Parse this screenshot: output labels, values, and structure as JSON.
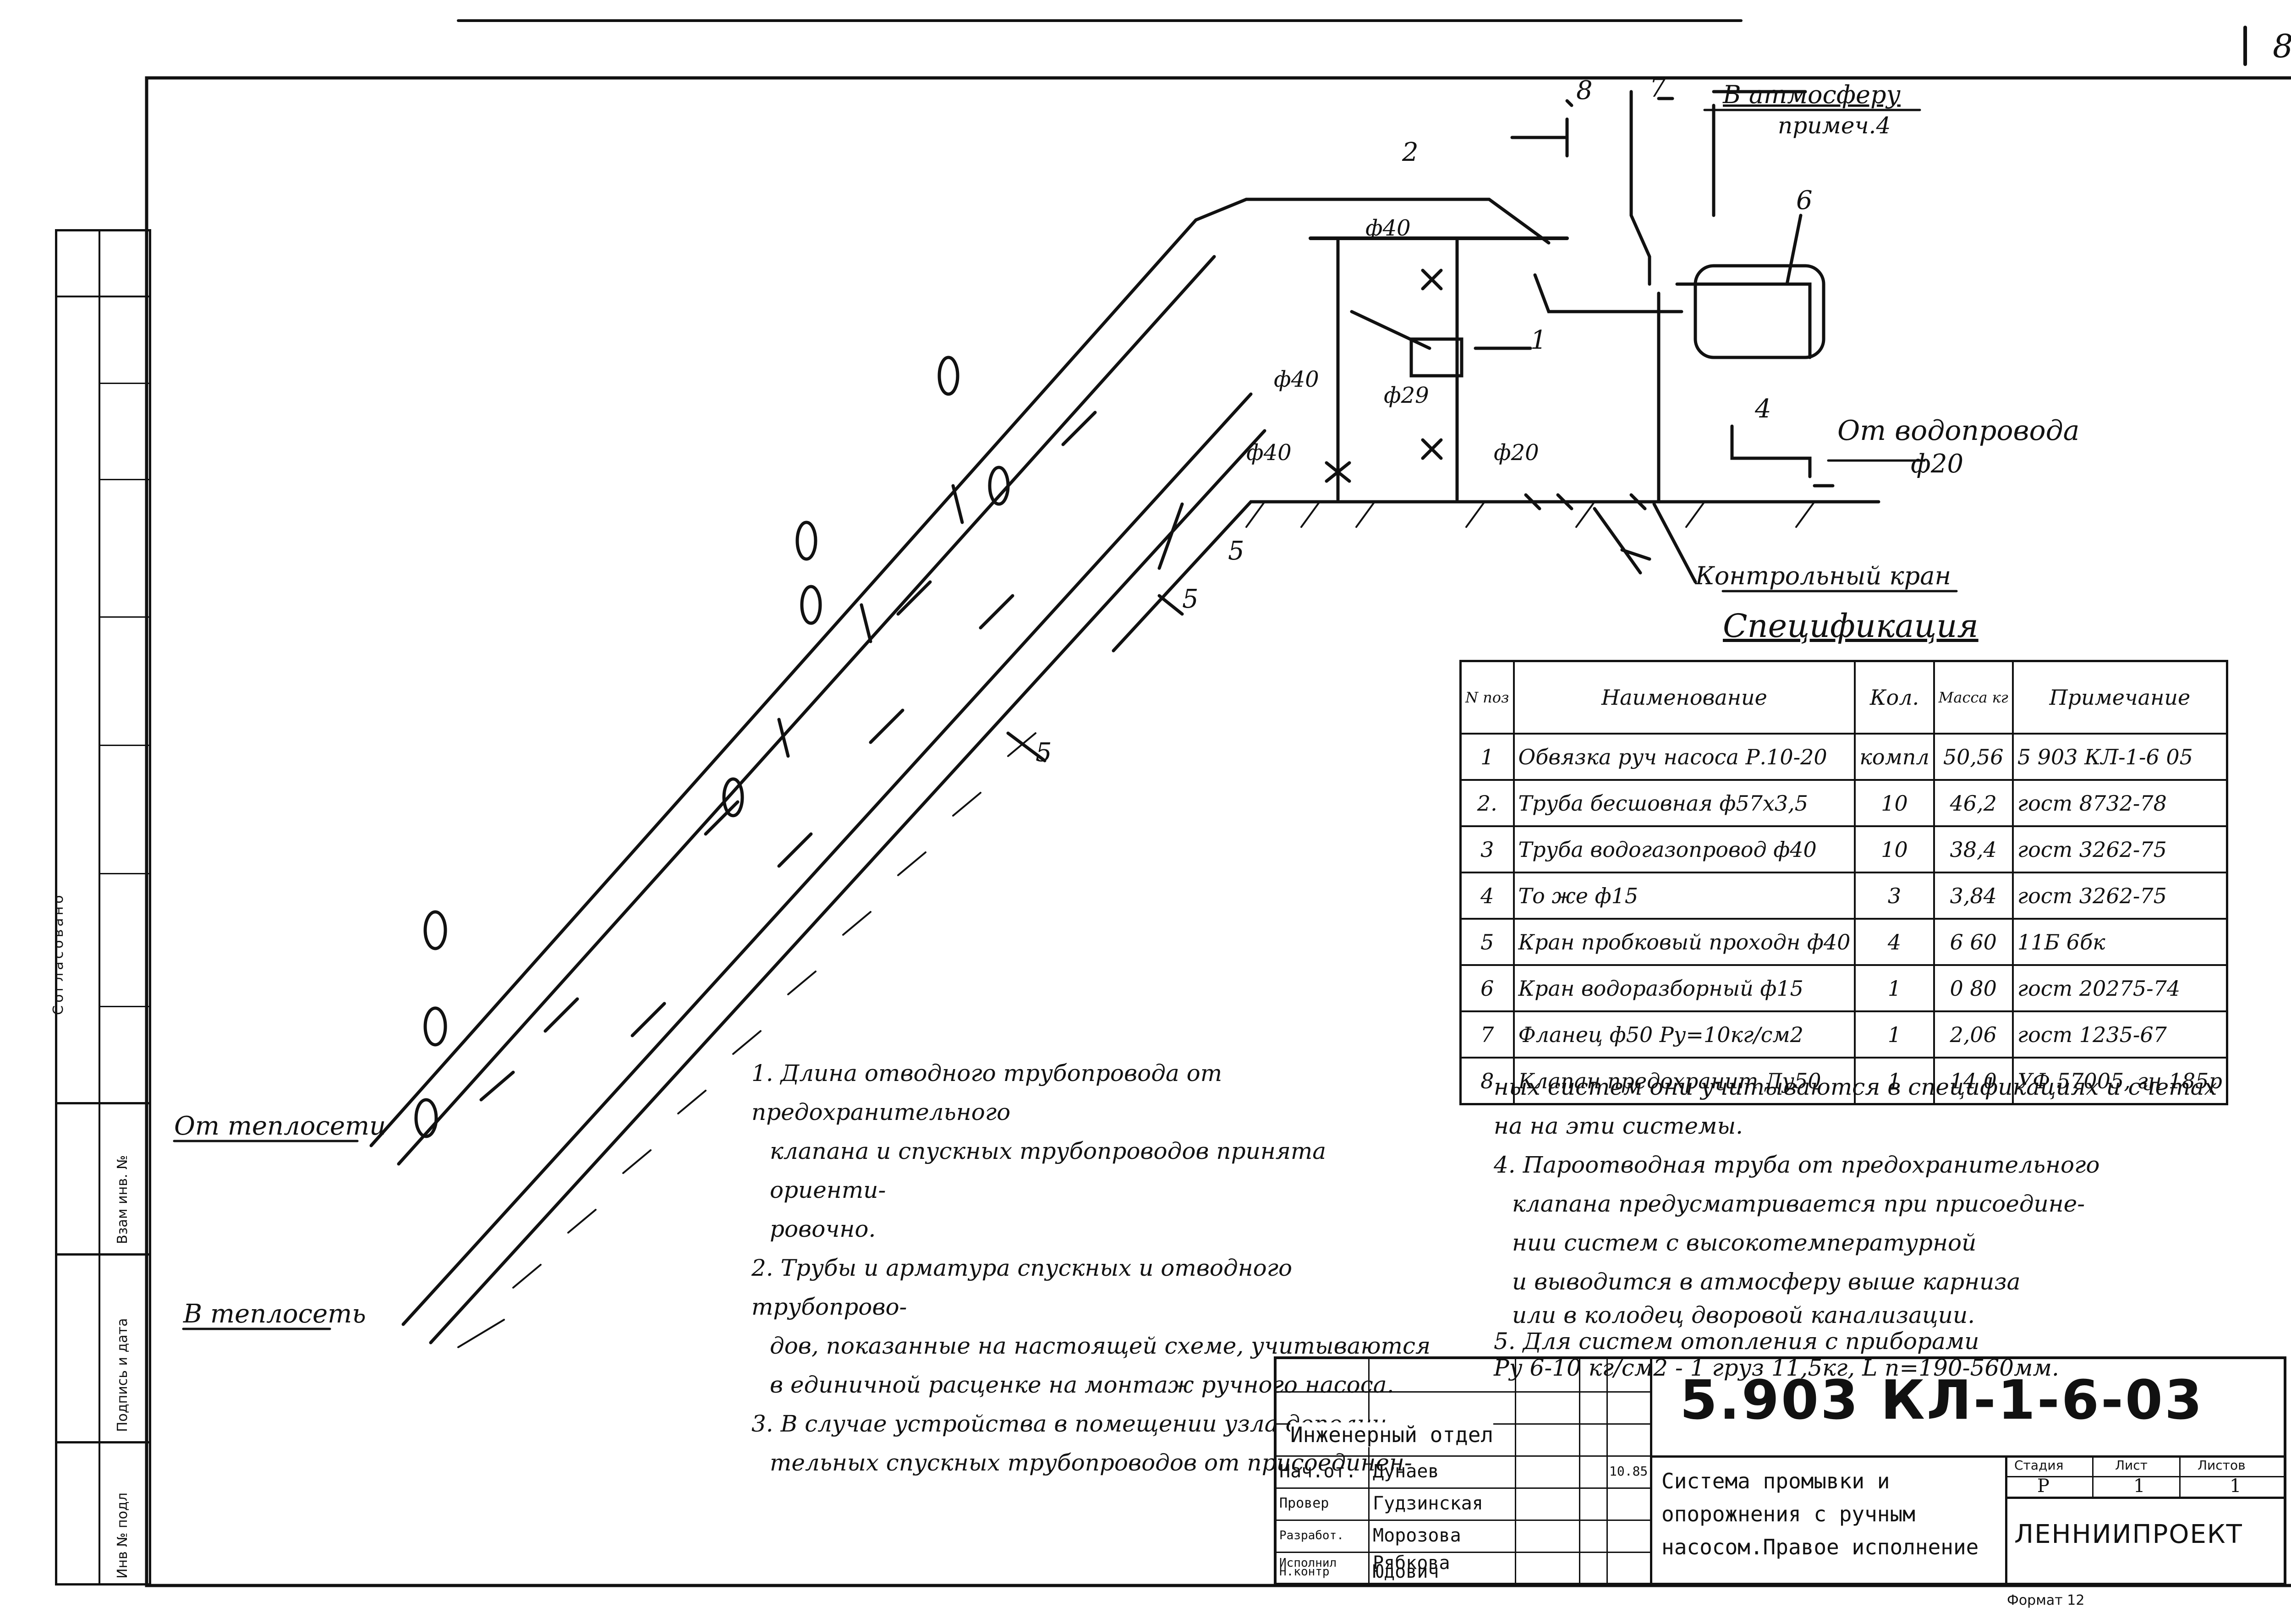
{
  "sheet": {
    "number_corner": "8"
  },
  "callouts": {
    "atmosphere_line1": "В атмосферу",
    "atmosphere_line2": "примеч.4",
    "pos_1": "1",
    "pos_2": "2",
    "pos_4": "4",
    "pos_5a": "5",
    "pos_5b": "5",
    "pos_5c": "5",
    "pos_6": "6",
    "pos_7": "7",
    "pos_8": "8",
    "d40_top": "ф40",
    "d40_left": "ф40",
    "d40_low": "ф40",
    "d29": "ф29",
    "d20": "ф20",
    "from_water_line1": "От водопровода",
    "from_water_line2": "ф20",
    "control_valve": "Контрольный кран",
    "from_heat_network": "От теплосети",
    "to_heat_network": "В теплосеть"
  },
  "specification": {
    "title": "Спецификация",
    "headers": {
      "num": "N поз",
      "name": "Наименование",
      "qty": "Кол.",
      "mass": "Масса кг",
      "note": "Примечание"
    },
    "rows": [
      {
        "num": "1",
        "name": "Обвязка руч насоса Р.10-20",
        "qty": "компл",
        "mass": "50,56",
        "note": "5 903 КЛ-1-6 05"
      },
      {
        "num": "2.",
        "name": "Труба бесшовная ф57х3,5",
        "qty": "10",
        "mass": "46,2",
        "note": "гост 8732-78"
      },
      {
        "num": "3",
        "name": "Труба водогазопровод ф40",
        "qty": "10",
        "mass": "38,4",
        "note": "гост 3262-75"
      },
      {
        "num": "4",
        "name": "То же ф15",
        "qty": "3",
        "mass": "3,84",
        "note": "гост 3262-75"
      },
      {
        "num": "5",
        "name": "Кран пробковый проходн ф40",
        "qty": "4",
        "mass": "6 60",
        "note": "11Б 6бк"
      },
      {
        "num": "6",
        "name": "Кран водоразборный ф15",
        "qty": "1",
        "mass": "0 80",
        "note": "гост 20275-74"
      },
      {
        "num": "7",
        "name": "Фланец ф50 Ру=10кг/см2",
        "qty": "1",
        "mass": "2,06",
        "note": "гост 1235-67"
      },
      {
        "num": "8",
        "name": "Клапан предохранит Ду50",
        "qty": "1",
        "mass": "14 0",
        "note": "УФ 57005, гн 185р"
      }
    ]
  },
  "notes": {
    "n1_l1": "1. Длина отводного трубопровода от предохранительного",
    "n1_l2": "клапана и спускных трубопроводов принята ориенти-",
    "n1_l3": "ровочно.",
    "n2_l1": "2. Трубы и арматура спускных и отводного трубопрово-",
    "n2_l2": "дов, показанные на настоящей схеме, учитываются",
    "n2_l3": "в единичной расценке на монтаж ручного насоса.",
    "n3_l1": "3. В случае устройства в помещении узла дополни-",
    "n3_l2": "тельных спускных трубопроводов от присоединен-",
    "n3_c1": "ных систем они учитываются в спецификациях и счетах",
    "n3_c2": "на на эти системы.",
    "n4_l1": "4. Пароотводная труба от предохранительного",
    "n4_l2": "клапана предусматривается при присоедине-",
    "n4_l3": "нии систем с высокотемпературной",
    "n4_l4": "и выводится в атмосферу выше карниза",
    "n4_l5": "или в колодец дворовой канализации.",
    "n5_l1": "5. Для систем отопления с приборами",
    "n5_l2": "Ру 6-10 кг/см2 - 1 груз 11,5кг, L п=190-560мм."
  },
  "title_block": {
    "doc_code": "5.903 КЛ-1-6-03",
    "department": "Инженерный отдел",
    "roles": [
      {
        "role": "Нач.от.",
        "name": "Дунаев",
        "date": "10.85"
      },
      {
        "role": "Провер",
        "name": "Гудзинская",
        "date": ""
      },
      {
        "role": "Разработ.",
        "name": "Морозова",
        "date": ""
      },
      {
        "role": "Исполнил",
        "name": "Рябкова",
        "date": ""
      },
      {
        "role": "Н.контр",
        "name": "Юдович",
        "date": ""
      }
    ],
    "title_l1": "Система промывки и",
    "title_l2": "опорожнения с ручным",
    "title_l3": "насосом.Правое исполнение",
    "stage_header": "Стадия",
    "sheet_header": "Лист",
    "sheets_header": "Листов",
    "stage": "Р",
    "sheet": "1",
    "sheets": "1",
    "org": "ЛЕННИИПРОЕКТ",
    "format": "Формат 12"
  },
  "side_strip": {
    "agreed": "Согласовано",
    "inv_orig": "Инв № подл",
    "sign_date": "Подпись и дата",
    "replace_inv": "Взам инв. №"
  }
}
